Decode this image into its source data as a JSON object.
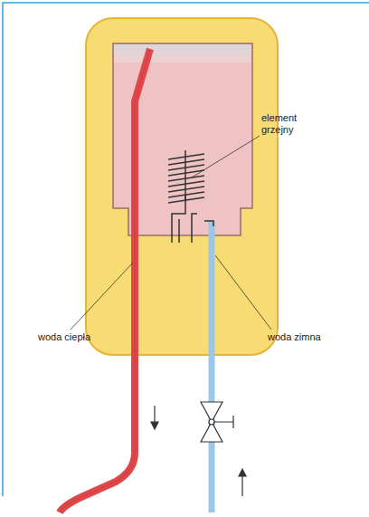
{
  "diagram": {
    "labels": [
      "element grzejny",
      "woda ciepła",
      "woda zimna"
    ]
  }
}
